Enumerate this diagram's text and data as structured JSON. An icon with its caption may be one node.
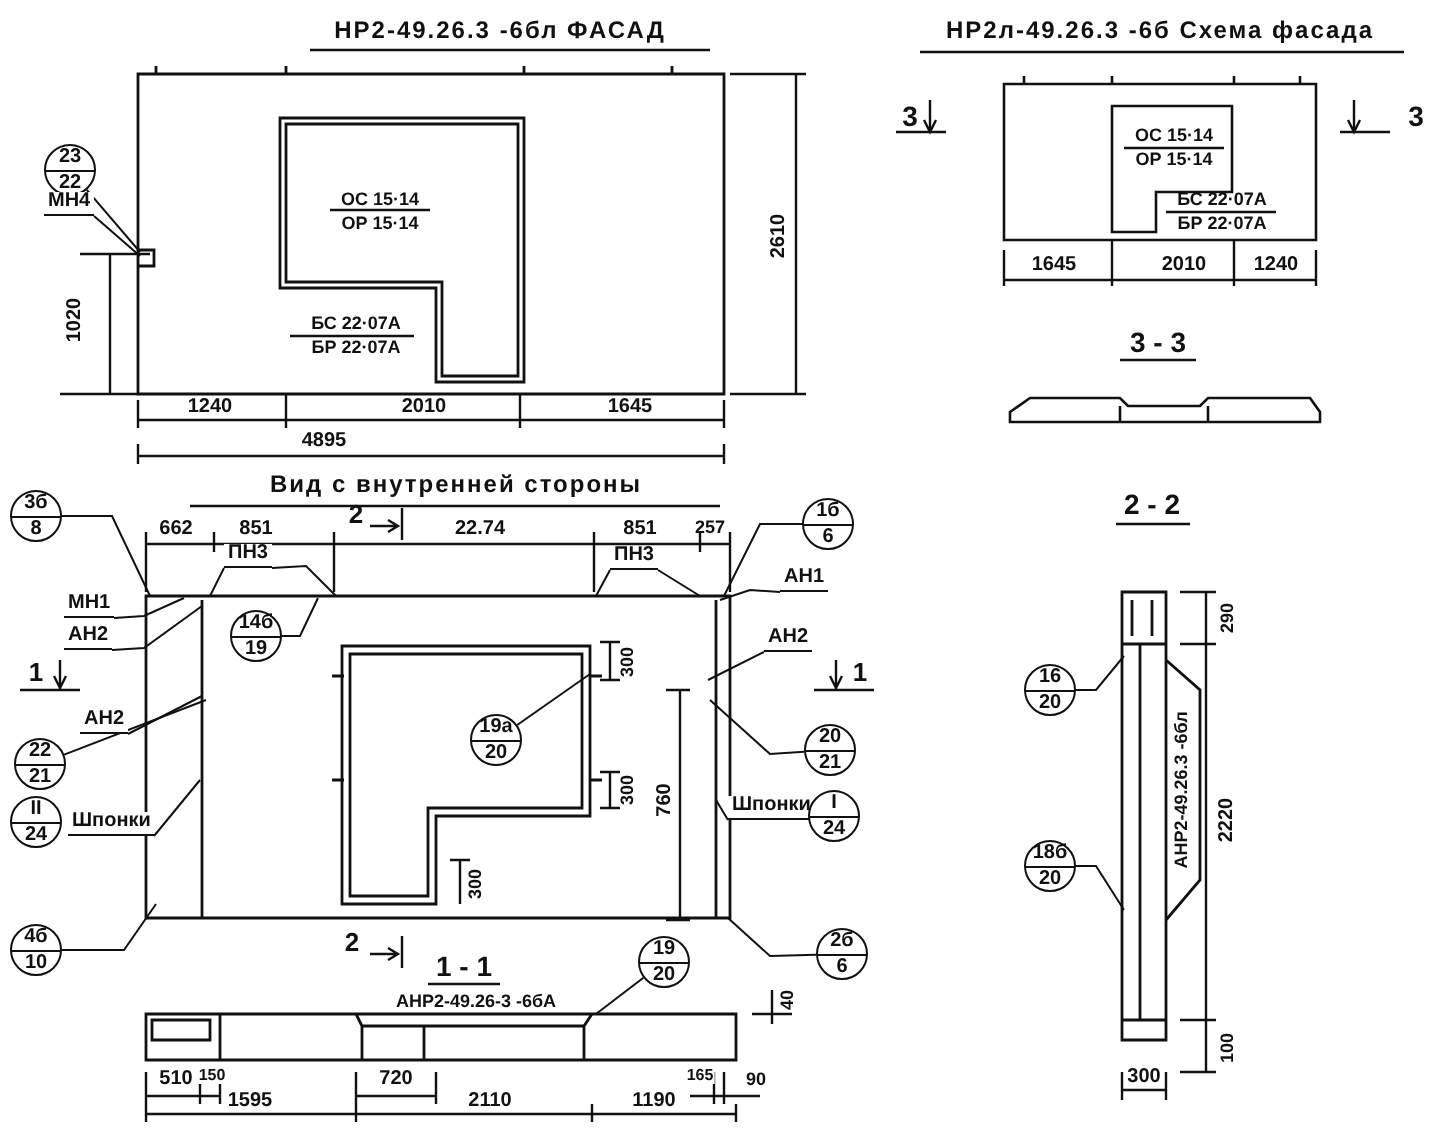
{
  "diagram": {
    "nodes": [
      {
        "text": [
          "23",
          "22"
        ]
      },
      {
        "text": [
          "МН4"
        ]
      },
      {
        "text": [
          "3б",
          "8"
        ]
      },
      {
        "text": [
          "МН1"
        ]
      },
      {
        "text": [
          "АН2"
        ]
      },
      {
        "text": [
          "ПН3"
        ]
      },
      {
        "text": [
          "14б",
          "19"
        ],
        "in": 25
      },
      {
        "text": [
          "АН2"
        ]
      },
      {
        "text": [
          "22",
          "21"
        ]
      },
      {
        "text": [
          "II",
          "24"
        ]
      },
      {
        "text": [
          "Шпонки"
        ]
      },
      {
        "text": [
          "4б",
          "10"
        ]
      },
      {
        "text": [
          "19а",
          "20"
        ],
        "in": 25
      },
      {
        "text": [
          "ПН3"
        ]
      },
      {
        "text": [
          "1б",
          "6"
        ]
      },
      {
        "text": [
          "АН1"
        ]
      },
      {
        "text": [
          "АН2"
        ]
      },
      {
        "text": [
          "20",
          "21"
        ]
      },
      {
        "text": [
          "Шпонки"
        ]
      },
      {
        "text": [
          "I",
          "24"
        ]
      },
      {
        "text": [
          "2б",
          "6"
        ]
      },
      {
        "text": [
          "19",
          "20"
        ]
      },
      {
        "text": [
          "16",
          "20"
        ]
      },
      {
        "text": [
          "18б",
          "20"
        ]
      },
      {
        "text": [],
        "shape": "picture"
      },
      {
        "text": [],
        "shape": "picture"
      },
      {
        "text": [],
        "shape": "picture"
      },
      {
        "text": [],
        "shape": "picture"
      }
    ],
    "edges": [
      {
        "from": 0,
        "to": 24,
        "arrow": "none"
      },
      {
        "from": 1,
        "to": 24,
        "arrow": "none"
      },
      {
        "from": 2,
        "to": 25,
        "arrow": "none"
      },
      {
        "from": 3,
        "to": 25,
        "arrow": "none"
      },
      {
        "from": 4,
        "to": 25,
        "arrow": "none"
      },
      {
        "from": 5,
        "to": 25,
        "arrow": "none"
      },
      {
        "from": 5,
        "to": 25,
        "arrow": "none"
      },
      {
        "from": 6,
        "to": 25,
        "arrow": "none"
      },
      {
        "from": 7,
        "to": 25,
        "arrow": "none"
      },
      {
        "from": 8,
        "to": 25,
        "arrow": "none"
      },
      {
        "from": 10,
        "to": 25,
        "arrow": "none"
      },
      {
        "from": 11,
        "to": 25,
        "arrow": "none"
      },
      {
        "from": 12,
        "to": 25,
        "arrow": "none"
      },
      {
        "from": 13,
        "to": 25,
        "arrow": "none"
      },
      {
        "from": 13,
        "to": 25,
        "arrow": "none"
      },
      {
        "from": 14,
        "to": 25,
        "arrow": "none"
      },
      {
        "from": 15,
        "to": 25,
        "arrow": "none"
      },
      {
        "from": 16,
        "to": 25,
        "arrow": "none"
      },
      {
        "from": 17,
        "to": 25,
        "arrow": "none"
      },
      {
        "from": 18,
        "to": 25,
        "arrow": "none"
      },
      {
        "from": 20,
        "to": 25,
        "arrow": "none"
      },
      {
        "from": 21,
        "to": 27,
        "arrow": "none"
      },
      {
        "from": 22,
        "to": 26,
        "arrow": "none"
      },
      {
        "from": 23,
        "to": 26,
        "arrow": "none"
      }
    ],
    "labels": [
      "НР2-49.26.3 -6бл ФАСАД",
      "ОС 15·14",
      "ОР 15·14",
      "БС 22·07А",
      "БР 22·07А",
      "1020",
      "2610",
      "1240",
      "2010",
      "1645",
      "4895",
      "НР2л-49.26.3 -6б Схема фасада",
      "3",
      "3",
      "ОС 15·14",
      "ОР 15·14",
      "БС 22·07А",
      "БР 22·07А",
      "1645",
      "2010",
      "1240",
      "3 - 3",
      "Вид с внутренней стороны",
      "662",
      "851",
      "2",
      "22.74",
      "851",
      "257",
      "1",
      "1",
      "300",
      "300",
      "760",
      "300",
      "2",
      "2 - 2",
      "290",
      "2220",
      "АНР2-49.26.3 -6бл",
      "100",
      "300",
      "1 - 1",
      "АНР2-49.26-3 -6бА",
      "40",
      "510",
      "150",
      "720",
      "165",
      "90",
      "1595",
      "2110",
      "1190"
    ]
  }
}
